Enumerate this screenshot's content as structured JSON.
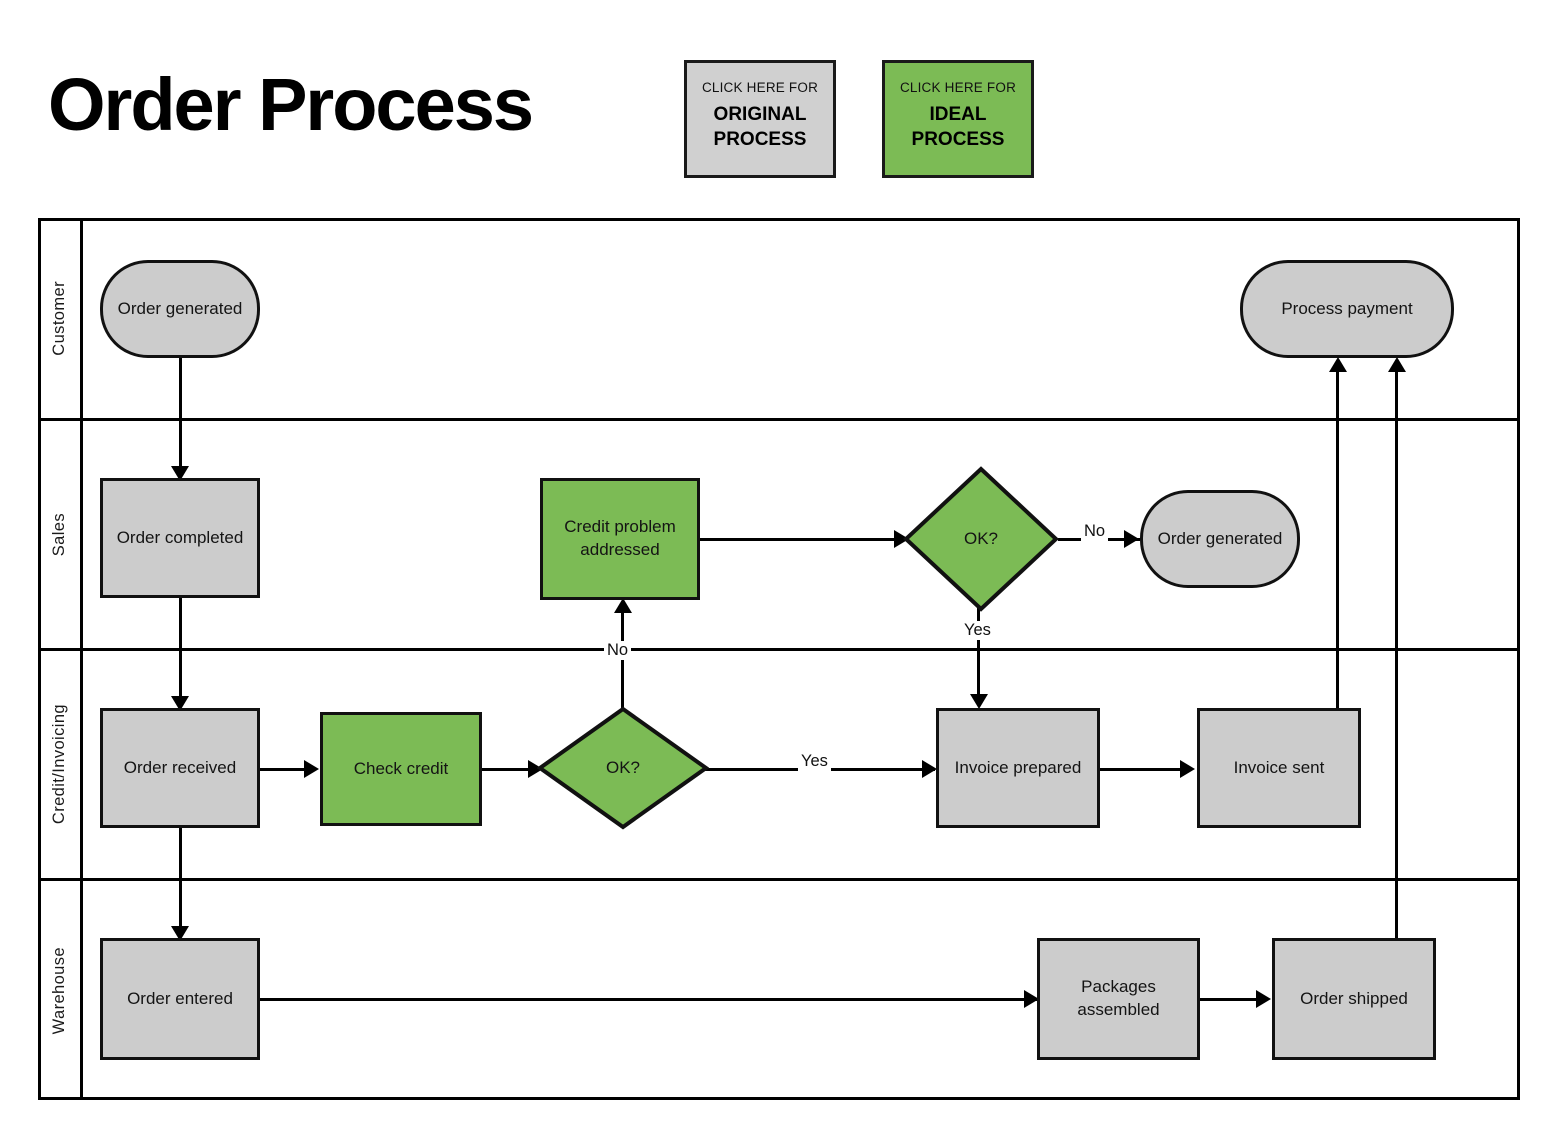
{
  "header": {
    "title": "Order Process",
    "buttons": [
      {
        "kicker": "CLICK HERE FOR",
        "line1": "ORIGINAL",
        "line2": "PROCESS",
        "color": "#d0d0d0",
        "state": "inactive"
      },
      {
        "kicker": "CLICK HERE FOR",
        "line1": "IDEAL",
        "line2": "PROCESS",
        "color": "#7cbb55",
        "state": "active"
      }
    ]
  },
  "colors": {
    "grey_fill": "#cccccc",
    "green_fill": "#7cbb55",
    "stroke": "#111111",
    "background": "#ffffff"
  },
  "diagram": {
    "type": "swimlane-flowchart",
    "lanes": [
      {
        "id": "customer",
        "label": "Customer"
      },
      {
        "id": "sales",
        "label": "Sales"
      },
      {
        "id": "credit",
        "label": "Credit/Invoicing"
      },
      {
        "id": "warehouse",
        "label": "Warehouse"
      }
    ],
    "nodes": [
      {
        "id": "order-generated-customer",
        "label": "Order generated",
        "lane": "customer",
        "shape": "stadium",
        "fill": "grey"
      },
      {
        "id": "process-payment",
        "label": "Process payment",
        "lane": "customer",
        "shape": "stadium",
        "fill": "grey"
      },
      {
        "id": "order-completed",
        "label": "Order completed",
        "lane": "sales",
        "shape": "rect",
        "fill": "grey"
      },
      {
        "id": "credit-problem-addressed",
        "label": "Credit problem addressed",
        "lane": "sales",
        "shape": "rect",
        "fill": "green"
      },
      {
        "id": "ok-sales",
        "label": "OK?",
        "lane": "sales",
        "shape": "diamond",
        "fill": "green"
      },
      {
        "id": "order-generated-sales",
        "label": "Order generated",
        "lane": "sales",
        "shape": "stadium",
        "fill": "grey"
      },
      {
        "id": "order-received",
        "label": "Order received",
        "lane": "credit",
        "shape": "rect",
        "fill": "grey"
      },
      {
        "id": "check-credit",
        "label": "Check credit",
        "lane": "credit",
        "shape": "rect",
        "fill": "green"
      },
      {
        "id": "ok-credit",
        "label": "OK?",
        "lane": "credit",
        "shape": "diamond",
        "fill": "green"
      },
      {
        "id": "invoice-prepared",
        "label": "Invoice prepared",
        "lane": "credit",
        "shape": "rect",
        "fill": "grey"
      },
      {
        "id": "invoice-sent",
        "label": "Invoice sent",
        "lane": "credit",
        "shape": "rect",
        "fill": "grey"
      },
      {
        "id": "order-entered",
        "label": "Order entered",
        "lane": "warehouse",
        "shape": "rect",
        "fill": "grey"
      },
      {
        "id": "packages-assembled",
        "label": "Packages assembled",
        "lane": "warehouse",
        "shape": "rect",
        "fill": "grey"
      },
      {
        "id": "order-shipped",
        "label": "Order shipped",
        "lane": "warehouse",
        "shape": "rect",
        "fill": "grey"
      }
    ],
    "edge_labels": {
      "ok_credit_no": "No",
      "ok_credit_yes": "Yes",
      "ok_sales_no": "No",
      "ok_sales_yes": "Yes"
    },
    "edges": [
      {
        "from": "order-generated-customer",
        "to": "order-completed",
        "label": ""
      },
      {
        "from": "order-completed",
        "to": "order-received",
        "label": ""
      },
      {
        "from": "order-received",
        "to": "check-credit",
        "label": ""
      },
      {
        "from": "order-received",
        "to": "order-entered",
        "label": ""
      },
      {
        "from": "check-credit",
        "to": "ok-credit",
        "label": ""
      },
      {
        "from": "ok-credit",
        "to": "credit-problem-addressed",
        "label": "No"
      },
      {
        "from": "ok-credit",
        "to": "invoice-prepared",
        "label": "Yes"
      },
      {
        "from": "credit-problem-addressed",
        "to": "ok-sales",
        "label": ""
      },
      {
        "from": "ok-sales",
        "to": "order-generated-sales",
        "label": "No"
      },
      {
        "from": "ok-sales",
        "to": "invoice-prepared",
        "label": "Yes"
      },
      {
        "from": "invoice-prepared",
        "to": "invoice-sent",
        "label": ""
      },
      {
        "from": "invoice-sent",
        "to": "process-payment",
        "label": ""
      },
      {
        "from": "order-entered",
        "to": "packages-assembled",
        "label": ""
      },
      {
        "from": "packages-assembled",
        "to": "order-shipped",
        "label": ""
      },
      {
        "from": "order-shipped",
        "to": "process-payment",
        "label": ""
      }
    ]
  }
}
